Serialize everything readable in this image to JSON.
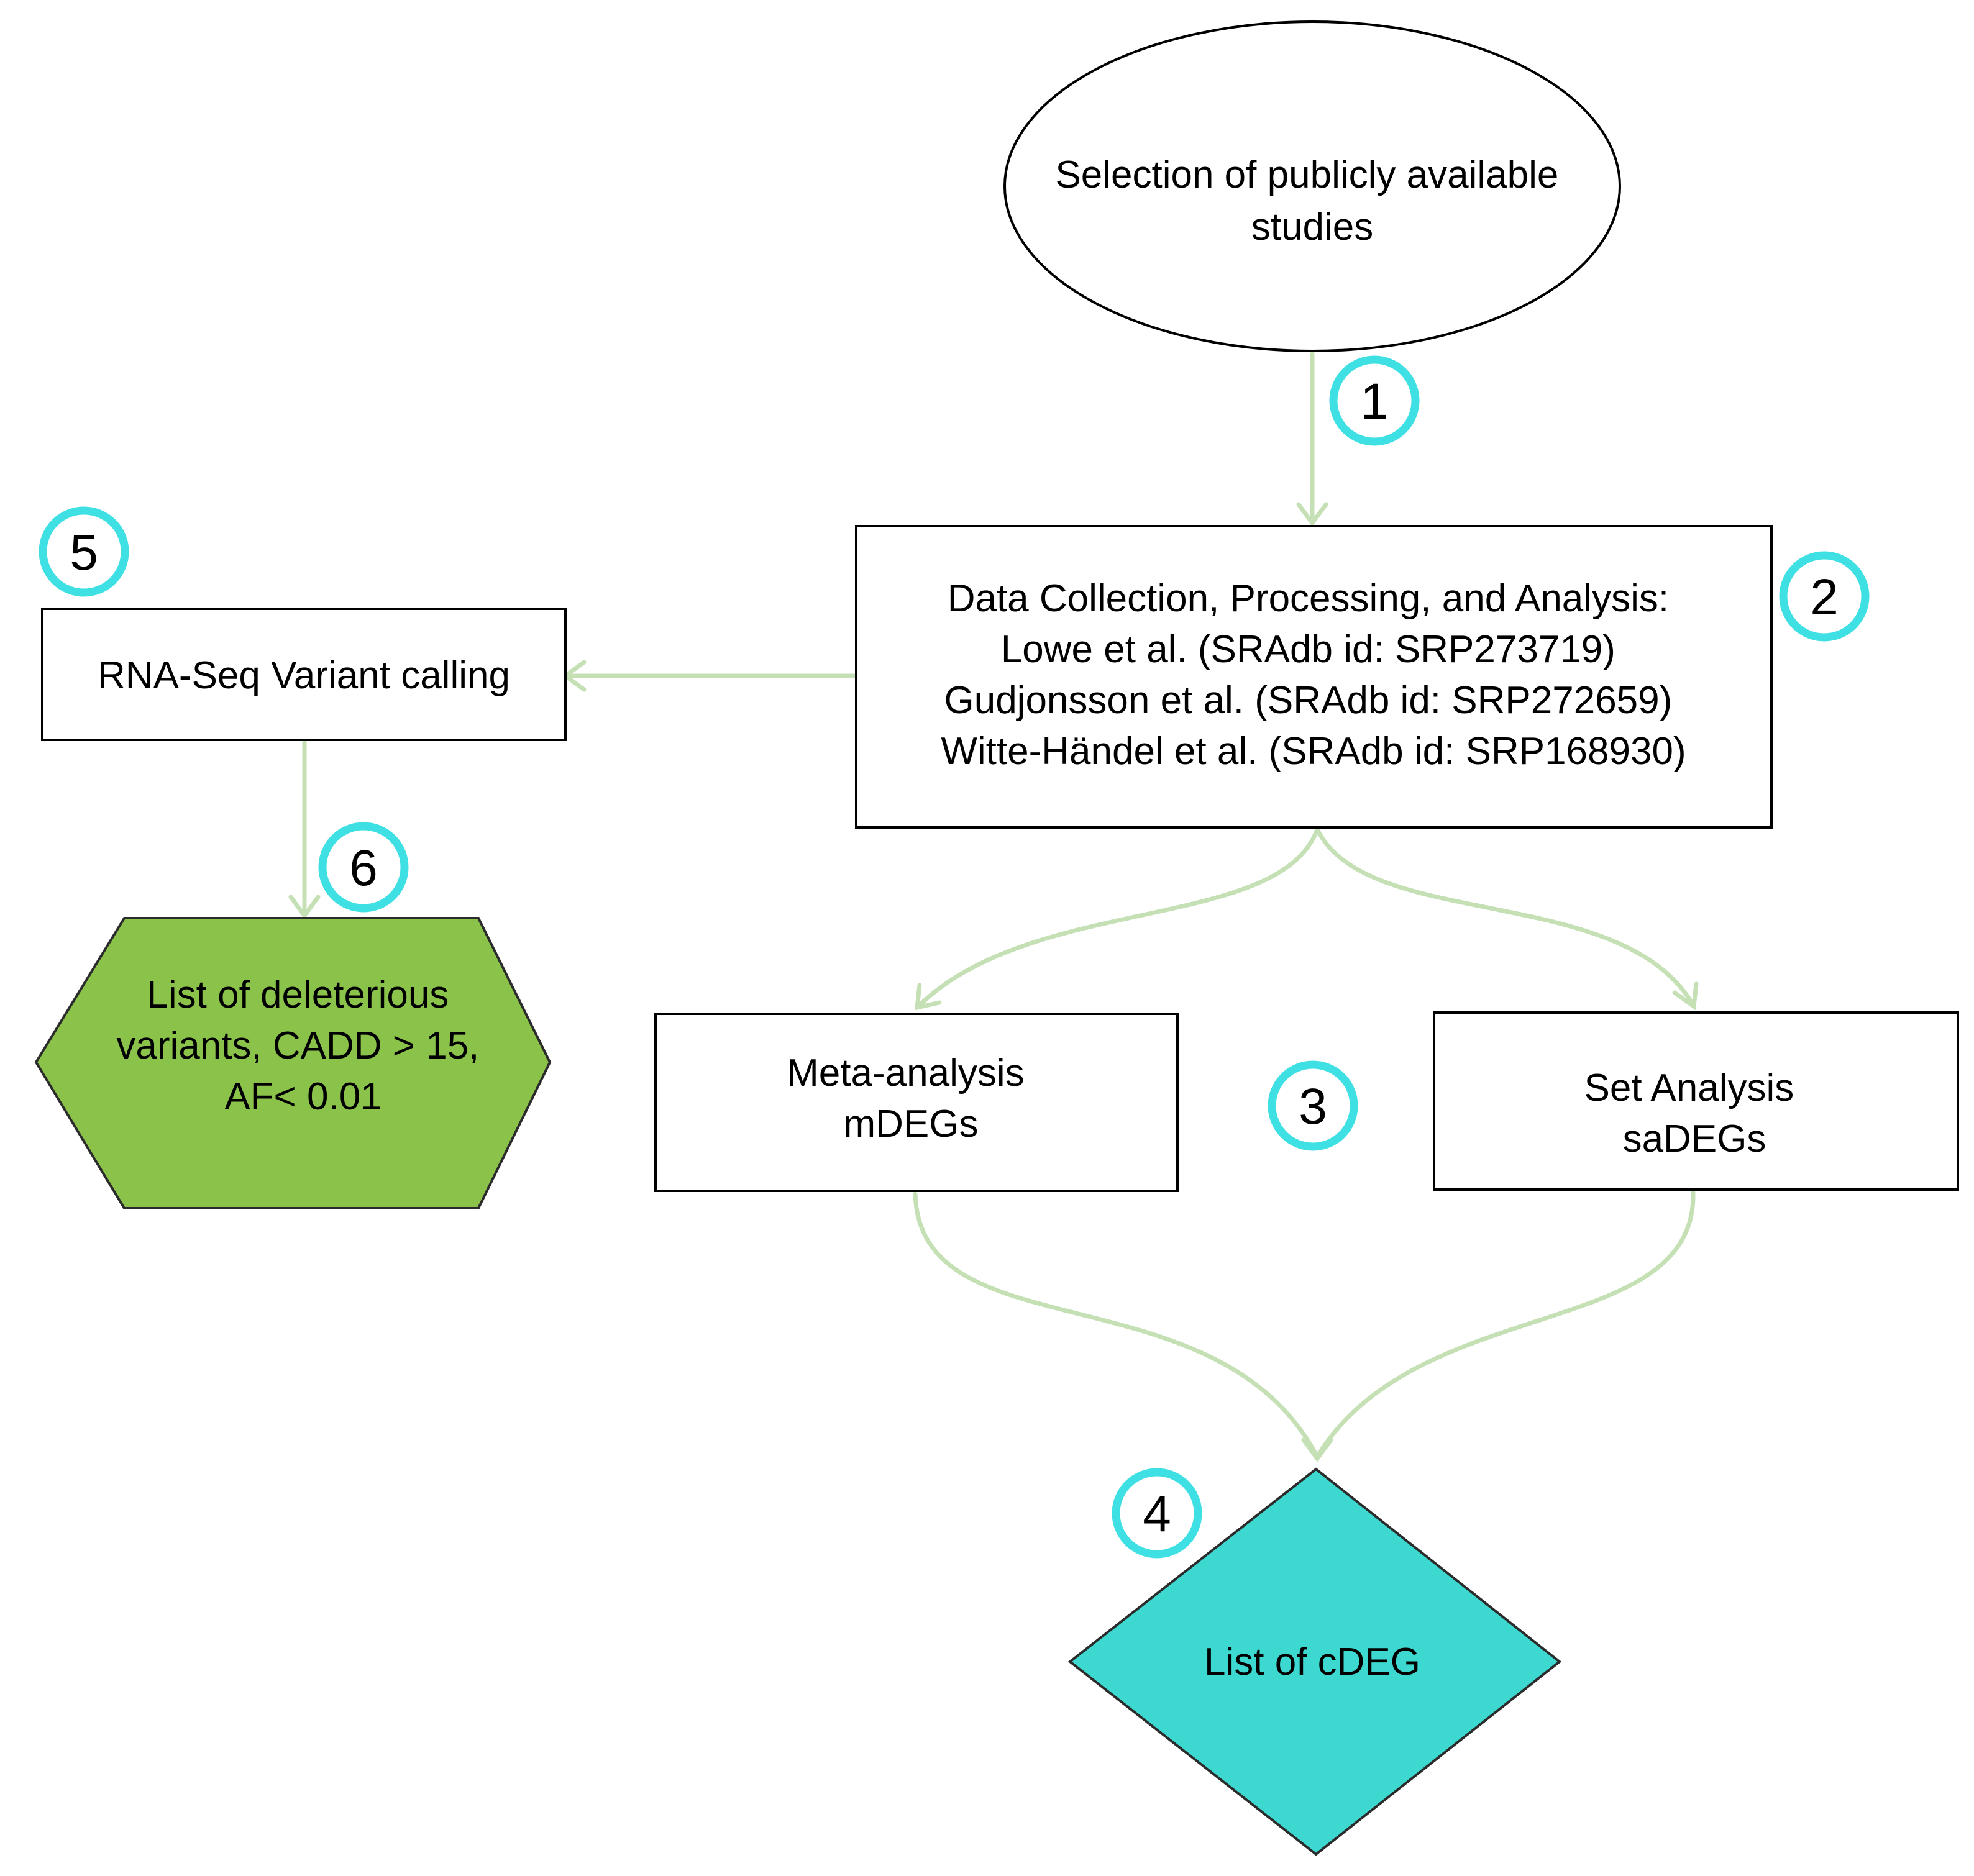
{
  "nodes": {
    "selection": {
      "lines": [
        "Selection of publicly available",
        "studies"
      ]
    },
    "data_collection": {
      "lines": [
        "Data Collection, Processing, and Analysis:",
        "Lowe et al. (SRAdb id: SRP273719)",
        "Gudjonsson et al. (SRAdb id: SRP272659)",
        "Witte-Händel et al. (SRAdb id: SRP168930)"
      ]
    },
    "variant_calling": {
      "lines": [
        "RNA-Seq Variant calling"
      ]
    },
    "deleterious": {
      "lines": [
        "List of deleterious",
        "variants, CADD > 15,",
        "AF< 0.01"
      ]
    },
    "meta_analysis": {
      "lines": [
        "Meta-analysis",
        "mDEGs"
      ]
    },
    "set_analysis": {
      "lines": [
        "Set Analysis",
        "saDEGs"
      ]
    },
    "cdeg": {
      "lines": [
        "List of cDEG"
      ]
    }
  },
  "steps": [
    "1",
    "2",
    "3",
    "4",
    "5",
    "6"
  ],
  "colors": {
    "connector": "#c5e0b4",
    "badge_ring": "#3fe0e4",
    "hexagon_fill": "#8bc34a",
    "diamond_fill": "#3dd8d0",
    "outline": "#000000"
  }
}
